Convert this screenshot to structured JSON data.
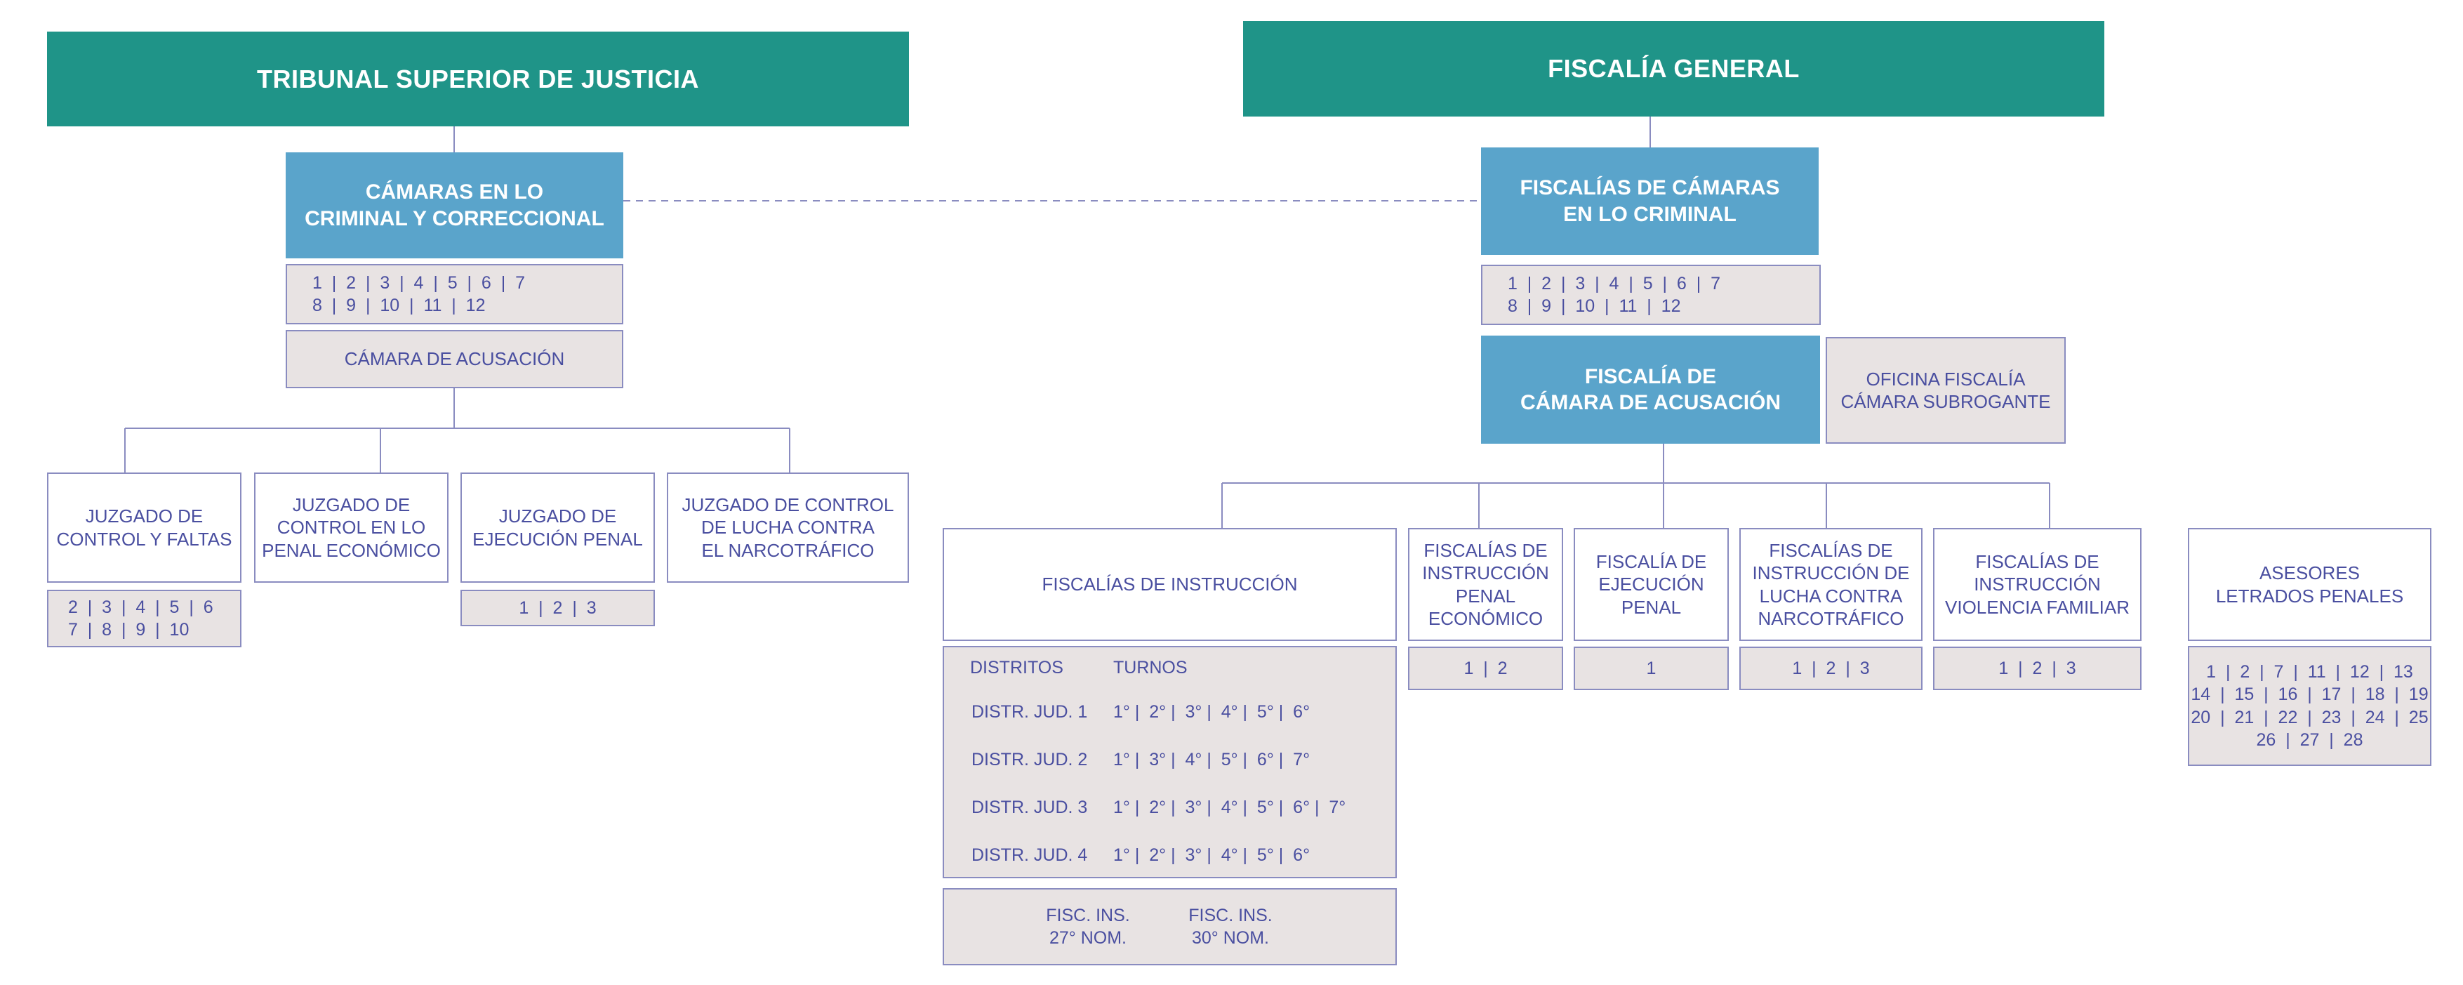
{
  "left": {
    "tribunal": "TRIBUNAL SUPERIOR DE JUSTICIA",
    "camaras": "CÁMARAS EN LO\nCRIMINAL Y CORRECCIONAL",
    "camaras_nums_1": "1  |  2  |  3  |  4  |  5  |  6  |  7",
    "camaras_nums_2": "8  |  9  |  10  |  11  |  12",
    "camara_acusacion": "CÁMARA DE ACUSACIÓN",
    "juzgados": [
      {
        "label": "JUZGADO DE\nCONTROL Y FALTAS"
      },
      {
        "label": "JUZGADO DE\nCONTROL EN LO\nPENAL ECONÓMICO"
      },
      {
        "label": "JUZGADO DE\nEJECUCIÓN PENAL"
      },
      {
        "label": "JUZGADO DE CONTROL\nDE LUCHA CONTRA\nEL NARCOTRÁFICO"
      }
    ],
    "control_nums_1": "2  |  3  |  4  |  5  |  6",
    "control_nums_2": "7  |  8  |  9  |  10",
    "ejecucion_nums": "1  |  2  |  3"
  },
  "right": {
    "fiscalia_general": "FISCALÍA GENERAL",
    "fiscalias_camaras": "FISCALÍAS DE CÁMARAS\nEN LO CRIMINAL",
    "fc_nums_1": "1  |  2  |  3  |  4  |  5  |  6  |  7",
    "fc_nums_2": "8  |  9  |  10  |  11  |  12",
    "fiscalia_acusacion": "FISCALÍA DE\nCÁMARA DE ACUSACIÓN",
    "oficina": "OFICINA FISCALÍA\nCÁMARA SUBROGANTE",
    "instruccion": "FISCALÍAS DE INSTRUCCIÓN",
    "distritos_header": "DISTRITOS",
    "turnos_header": "TURNOS",
    "distritos": [
      {
        "name": "DISTR. JUD. 1",
        "turnos": "1° |  2° |  3° |  4° |  5° |  6°"
      },
      {
        "name": "DISTR. JUD. 2",
        "turnos": "1° |  3° |  4° |  5° |  6° |  7°"
      },
      {
        "name": "DISTR. JUD. 3",
        "turnos": "1° |  2° |  3° |  4° |  5° |  6° |  7°"
      },
      {
        "name": "DISTR. JUD. 4",
        "turnos": "1° |  2° |  3° |  4° |  5° |  6°"
      }
    ],
    "fisc_27": "FISC. INS.\n27° NOM.",
    "fisc_30": "FISC. INS.\n30° NOM.",
    "sub": [
      {
        "label": "FISCALÍAS DE\nINSTRUCCIÓN\nPENAL\nECONÓMICO",
        "nums": "1  |  2"
      },
      {
        "label": "FISCALÍA DE\nEJECUCIÓN\nPENAL",
        "nums": "1"
      },
      {
        "label": "FISCALÍAS DE\nINSTRUCCIÓN DE\nLUCHA CONTRA\nNARCOTRÁFICO",
        "nums": "1  |  2  |  3"
      },
      {
        "label": "FISCALÍAS DE\nINSTRUCCIÓN\nVIOLENCIA FAMILIAR",
        "nums": "1  |  2  |  3"
      }
    ],
    "asesores": "ASESORES\nLETRADOS PENALES",
    "asesores_nums": [
      "1  |  2  |  7  |  11  |  12  |  13",
      "14  |  15  |  16  |  17  |  18  |  19",
      "20  |  21  |  22  |  23  |  24  |  25",
      "26  |  27  |  28"
    ]
  },
  "colors": {
    "teal": "#1f9488",
    "blue": "#5aa4cb",
    "grey": "#e8e3e3",
    "border": "#8a8cc0",
    "text": "#4a4fa0"
  }
}
